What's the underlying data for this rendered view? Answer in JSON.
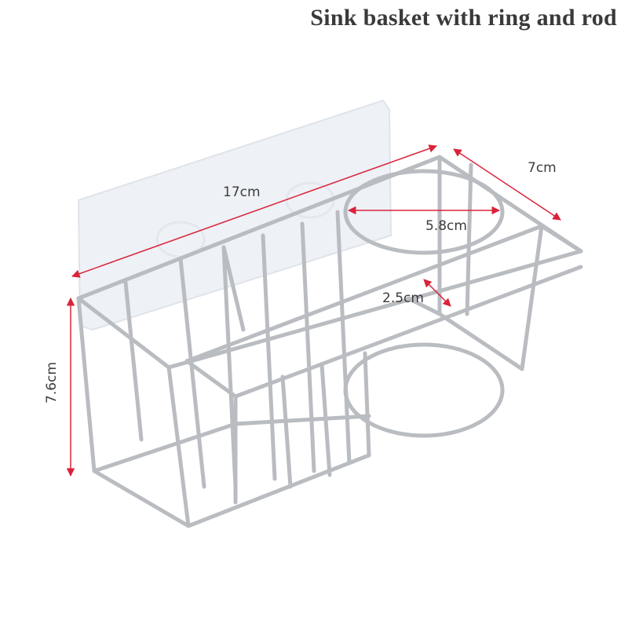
{
  "title": "Sink basket with ring and rod",
  "dimensions": {
    "length": "17cm",
    "depth": "7cm",
    "ring_diameter": "5.8cm",
    "rod_gap": "2.5cm",
    "height": "7.6cm"
  },
  "colors": {
    "dimension_line": "#d9233a",
    "wire": "#b9bcc0",
    "backplate": "#eef1f6"
  }
}
